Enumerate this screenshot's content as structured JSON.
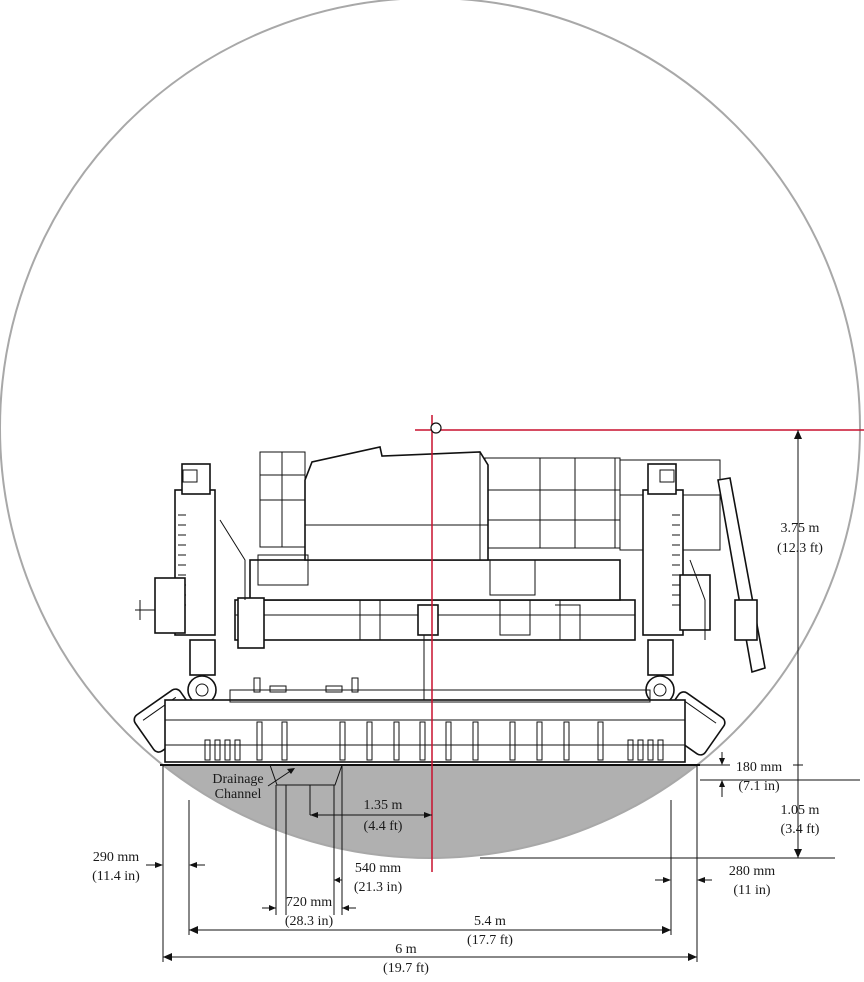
{
  "colors": {
    "circle_outline": "#a8a8a8",
    "ground_shade": "#b0b0b0",
    "reference_line": "#c8102e",
    "linework": "#111111"
  },
  "labels": {
    "drainage_line1": "Drainage",
    "drainage_line2": "Channel",
    "height_total": "3.75 m",
    "height_total_imp": "(12.3 ft)",
    "ground_clearance": "180 mm",
    "ground_clearance_imp": "(7.1 in)",
    "lower_height": "1.05 m",
    "lower_height_imp": "(3.4 ft)",
    "center_offset": "1.35 m",
    "center_offset_imp": "(4.4 ft)",
    "left_overhang": "290 mm",
    "left_overhang_imp": "(11.4 in)",
    "right_overhang": "280 mm",
    "right_overhang_imp": "(11 in)",
    "channel_offset": "540 mm",
    "channel_offset_imp": "(21.3 in)",
    "channel_width": "720 mm",
    "channel_width_imp": "(28.3 in)",
    "inner_width": "5.4 m",
    "inner_width_imp": "(17.7 ft)",
    "overall_width": "6 m",
    "overall_width_imp": "(19.7 ft)"
  }
}
